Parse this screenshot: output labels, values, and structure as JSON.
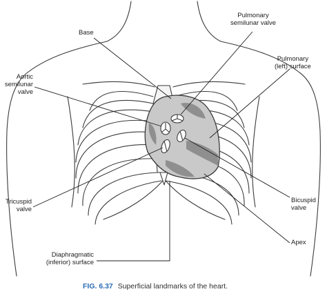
{
  "labels": {
    "base": "Base",
    "pulmonary_semilunar_valve": [
      "Pulmonary",
      "semilunar valve"
    ],
    "aortic_semilunar_valve": [
      "Aortic",
      "semilunar",
      "valve"
    ],
    "pulmonary_left_surface": [
      "Pulmonary",
      "(left) surface"
    ],
    "tricuspid_valve": [
      "Tricuspid",
      "valve"
    ],
    "bicuspid_valve": [
      "Bicuspid",
      "valve"
    ],
    "apex": "Apex",
    "diaphragmatic_surface": [
      "Diaphragmatic",
      "(inferior) surface"
    ]
  },
  "caption": {
    "number": "FIG. 6.37",
    "text": "Superficial landmarks of the heart."
  },
  "colors": {
    "outline": "#3a3a3a",
    "heart_fill": "#c9c9c9",
    "heart_dark": "#8f8f8f",
    "caption_blue": "#2a6cb5"
  }
}
